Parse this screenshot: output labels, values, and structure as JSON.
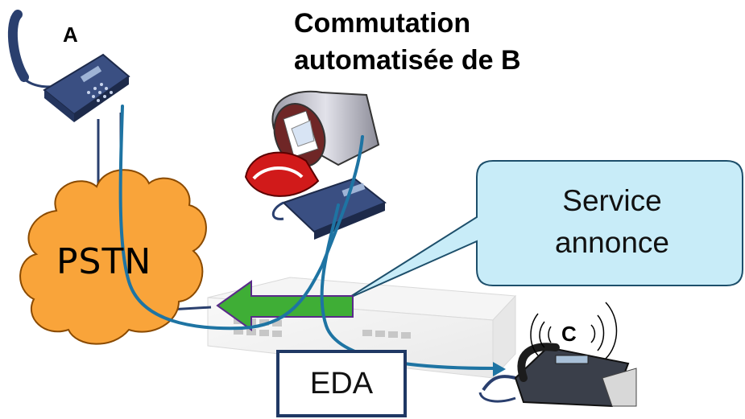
{
  "title": {
    "line1": "Commutation",
    "line2": "automatisée de B"
  },
  "labels": {
    "a": "A",
    "c": "C",
    "pstn": "PSTN",
    "eda": "EDA"
  },
  "bubble": {
    "line1": "Service",
    "line2": "annonce"
  },
  "colors": {
    "cloud": "#f9a43a",
    "bubble": "#c8ecf8",
    "bubble_border": "#1d4f6b",
    "route": "#1e74a3",
    "arrow": "#3fae36",
    "phone": "#2a3f6e",
    "mailbox_flag": "#d11a1a",
    "eda_border": "#1f3864"
  }
}
